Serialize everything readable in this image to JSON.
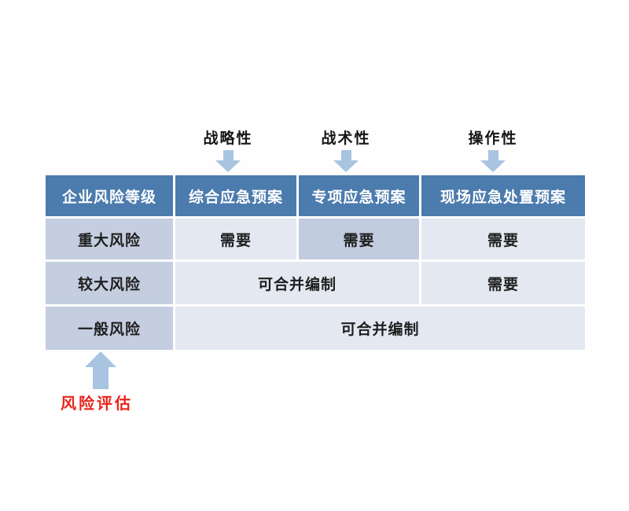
{
  "top_labels": [
    {
      "text": "战略性"
    },
    {
      "text": "战术性"
    },
    {
      "text": "操作性"
    }
  ],
  "table": {
    "headers": [
      "企业风险等级",
      "综合应急预案",
      "专项应急预案",
      "现场应急处置预案"
    ],
    "rows": [
      {
        "level": "重大风险",
        "cells": [
          "需要",
          "需要",
          "需要"
        ]
      },
      {
        "level": "较大风险",
        "cells": [
          "可合并编制",
          "需要"
        ]
      },
      {
        "level": "一般风险",
        "cells": [
          "可合并编制"
        ]
      }
    ]
  },
  "bottom_label": "风险评估",
  "icons": {
    "down_arrows": "down-arrow-icon",
    "up_arrow": "up-arrow-icon"
  },
  "colors": {
    "header_bg": "#4c7bad",
    "level_bg": "#c4cee0",
    "cell_bg": "#e3e8f1",
    "highlight_bg": "#c2ccdf",
    "arrow_fill": "#a9c4e1",
    "accent_red": "#e8241d",
    "body_text": "#1f1f1f"
  }
}
